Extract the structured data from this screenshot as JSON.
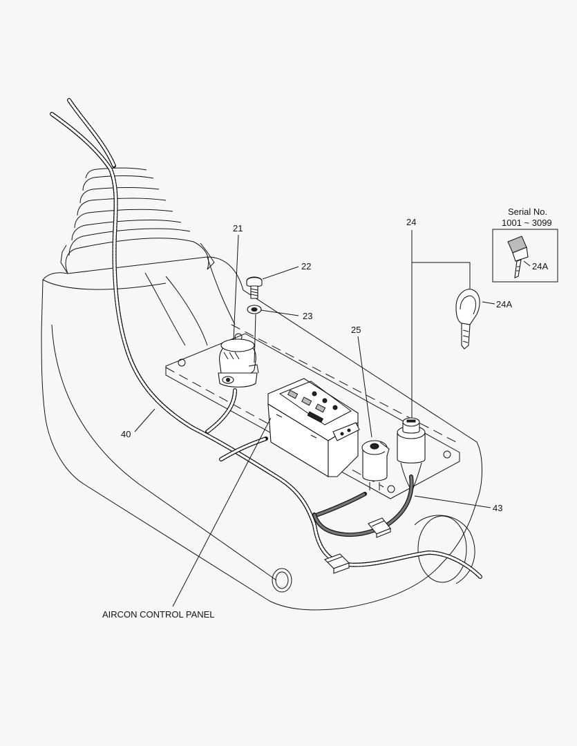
{
  "callouts": {
    "part_21": "21",
    "part_22": "22",
    "part_23": "23",
    "part_24": "24",
    "part_24a_main": "24A",
    "part_24a_inset": "24A",
    "part_25": "25",
    "part_40": "40",
    "part_43": "43"
  },
  "inset": {
    "serial_label": "Serial No.",
    "serial_range": "1001 ~ 3099"
  },
  "aircon_label": "AIRCON CONTROL PANEL"
}
